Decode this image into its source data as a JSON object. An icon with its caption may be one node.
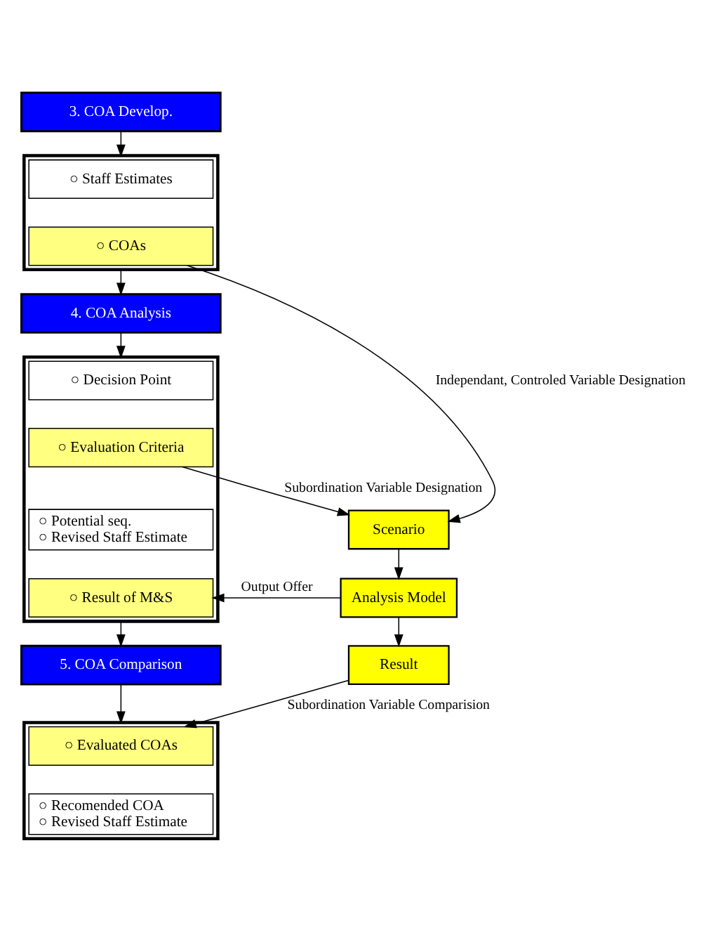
{
  "diagram": {
    "nodes": [
      {
        "text": [
          "3. COA Develop."
        ]
      },
      {
        "text": [],
        "shape": "box"
      },
      {
        "text": [
          "○ Staff Estimates"
        ],
        "in": 1
      },
      {
        "text": [
          "○ COAs"
        ],
        "in": 1
      },
      {
        "text": [
          "4. COA Analysis"
        ]
      },
      {
        "text": [],
        "shape": "box"
      },
      {
        "text": [
          "○ Decision Point"
        ],
        "in": 5
      },
      {
        "text": [
          "○ Evaluation Criteria"
        ],
        "in": 5
      },
      {
        "text": [
          "○ Potential seq.",
          "○ Revised Staff Estimate"
        ],
        "in": 5
      },
      {
        "text": [
          "○ Result of M&S"
        ],
        "in": 5
      },
      {
        "text": [
          "5. COA Comparison"
        ]
      },
      {
        "text": [],
        "shape": "box"
      },
      {
        "text": [
          "○ Evaluated COAs"
        ],
        "in": 11
      },
      {
        "text": [
          "○ Recomended COA",
          "○ Revised Staff Estimate"
        ],
        "in": 11
      },
      {
        "text": [
          "Scenario"
        ]
      },
      {
        "text": [
          "Analysis Model"
        ]
      },
      {
        "text": [
          "Result"
        ]
      }
    ],
    "edges": [
      {
        "from": 0,
        "to": 1,
        "arrow": "to"
      },
      {
        "from": 1,
        "to": 4,
        "arrow": "to"
      },
      {
        "from": 4,
        "to": 5,
        "arrow": "to"
      },
      {
        "from": 5,
        "to": 10,
        "arrow": "to"
      },
      {
        "from": 10,
        "to": 11,
        "arrow": "to"
      },
      {
        "from": 3,
        "to": 14,
        "arrow": "to",
        "label": "Independant, Controled Variable Designation"
      },
      {
        "from": 7,
        "to": 14,
        "arrow": "to",
        "label": "Subordination Variable Designation"
      },
      {
        "from": 14,
        "to": 15,
        "arrow": "to"
      },
      {
        "from": 15,
        "to": 16,
        "arrow": "to"
      },
      {
        "from": 15,
        "to": 9,
        "arrow": "to",
        "label": "Output Offer"
      },
      {
        "from": 16,
        "to": 12,
        "arrow": "to",
        "label": "Subordination Variable Comparision"
      }
    ]
  }
}
